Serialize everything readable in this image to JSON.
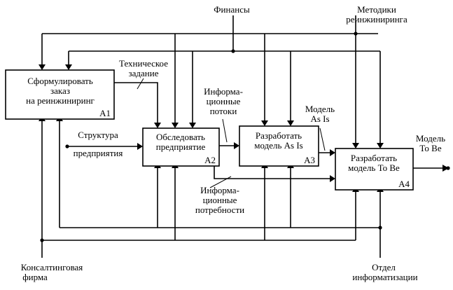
{
  "blocks": {
    "a1": {
      "title_line1": "Сформулировать",
      "title_line2": "заказ",
      "title_line3": "на реинжиниринг",
      "id": "A1"
    },
    "a2": {
      "title_line1": "Обследовать",
      "title_line2": "предприятие",
      "id": "A2"
    },
    "a3": {
      "title_line1": "Разработать",
      "title_line2": "модель As Is",
      "id": "A3"
    },
    "a4": {
      "title_line1": "Разработать",
      "title_line2": "модель To Be",
      "id": "A4"
    }
  },
  "controls": {
    "finance": "Финансы",
    "methods_line1": "Методики",
    "methods_line2": "реинжиниринга"
  },
  "inputs": {
    "structure_line1": "Структура",
    "structure_line2": "предприятия"
  },
  "mechanisms": {
    "consulting_line1": "Консалтинговая",
    "consulting_line2": "фирма",
    "it_dept_line1": "Отдел",
    "it_dept_line2": "информатизации"
  },
  "flows": {
    "tech_spec_line1": "Техническое",
    "tech_spec_line2": "задание",
    "info_flows_line1": "Информа-",
    "info_flows_line2": "ционные",
    "info_flows_line3": "потоки",
    "model_asis_line1": "Модель",
    "model_asis_line2": "As Is",
    "info_needs_line1": "Информа-",
    "info_needs_line2": "ционные",
    "info_needs_line3": "потребности"
  },
  "outputs": {
    "model_tobe_line1": "Модель",
    "model_tobe_line2": "To Be"
  }
}
